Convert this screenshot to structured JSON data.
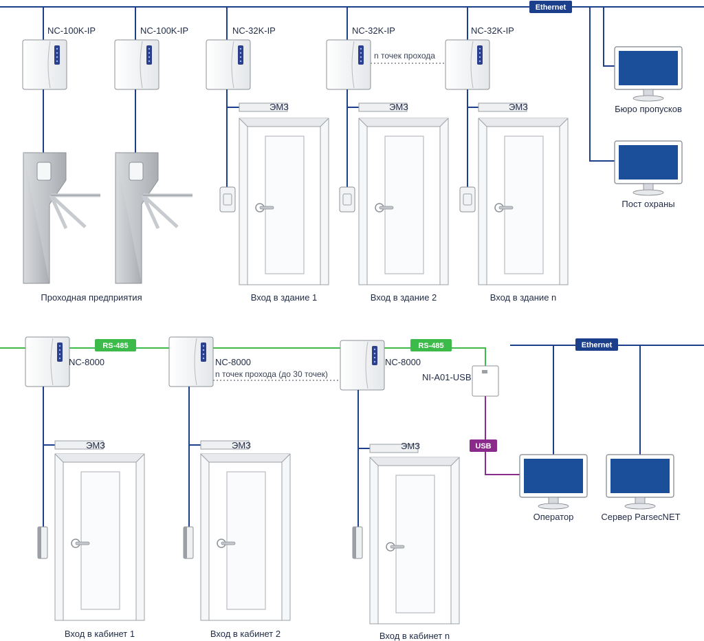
{
  "top": {
    "ethernet": "Ethernet",
    "controllers": [
      "NC-100K-IP",
      "NC-100K-IP",
      "NC-32K-IP",
      "NC-32K-IP",
      "NC-32K-IP"
    ],
    "n_points": "n точек прохода",
    "lock": "ЭМЗ",
    "turnstile_caption": "Проходная предприятия",
    "doors": [
      "Вход в здание 1",
      "Вход в здание 2",
      "Вход в здание n"
    ],
    "monitors": [
      "Бюро пропусков",
      "Пост охраны"
    ]
  },
  "bottom": {
    "rs485": "RS-485",
    "controllers": [
      "NC-8000",
      "NC-8000",
      "NC-8000"
    ],
    "n_points": "n точек прохода (до 30 точек)",
    "converter": "NI-A01-USB",
    "usb": "USB",
    "ethernet": "Ethernet",
    "lock": "ЭМЗ",
    "doors": [
      "Вход в кабинет 1",
      "Вход в кабинет 2",
      "Вход в кабинет n"
    ],
    "monitors": [
      "Оператор",
      "Сервер ParsecNET"
    ]
  },
  "colors": {
    "ethernet": "#1b3f8b",
    "rs485": "#3dbb4a",
    "usb": "#8a2a8a",
    "monitor_screen": "#1b4f9a"
  }
}
